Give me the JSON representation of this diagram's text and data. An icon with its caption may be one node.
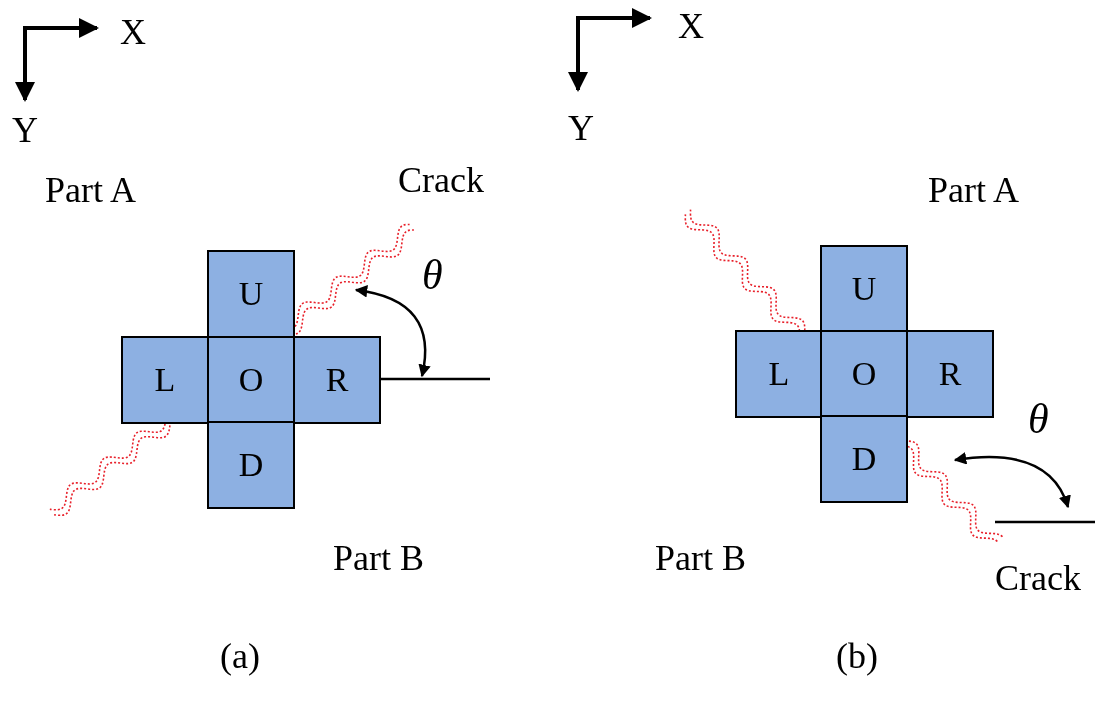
{
  "diagram": {
    "nodes": [
      {
        "text": [
          "U"
        ]
      },
      {
        "text": [
          "L"
        ]
      },
      {
        "text": [
          "O"
        ]
      },
      {
        "text": [
          "R"
        ]
      },
      {
        "text": [
          "D"
        ]
      },
      {
        "text": [
          "U"
        ]
      },
      {
        "text": [
          "L"
        ]
      },
      {
        "text": [
          "O"
        ]
      },
      {
        "text": [
          "R"
        ]
      },
      {
        "text": [
          "D"
        ]
      }
    ],
    "edges": [],
    "labels": [
      "X",
      "Y",
      "Part A",
      "Crack",
      "θ",
      "Part B",
      "(a)",
      "X",
      "Y",
      "Part A",
      "θ",
      "Part B",
      "Crack",
      "(b)"
    ]
  }
}
